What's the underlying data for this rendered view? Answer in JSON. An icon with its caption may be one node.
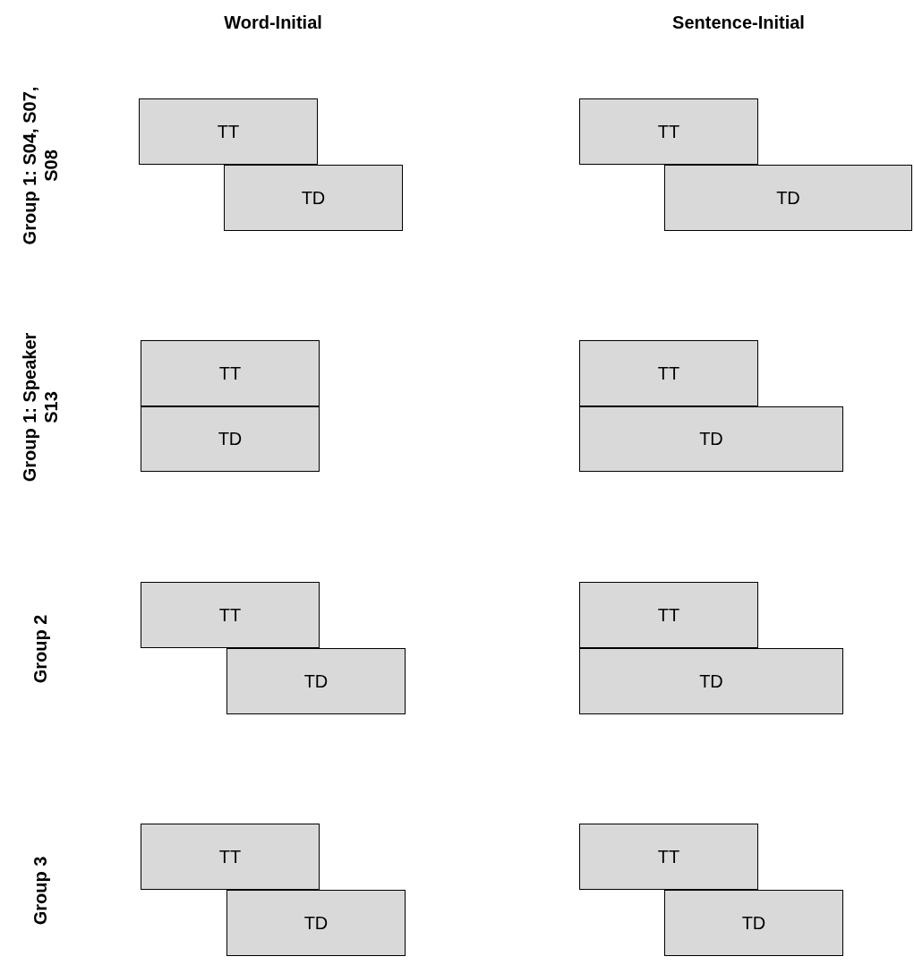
{
  "diagram": {
    "nodes": [
      {
        "text": [
          "TT"
        ]
      },
      {
        "text": [
          "TD"
        ]
      },
      {
        "text": [
          "TT"
        ]
      },
      {
        "text": [
          "TD"
        ]
      },
      {
        "text": [
          "TT"
        ]
      },
      {
        "text": [
          "TD"
        ]
      },
      {
        "text": [
          "TT"
        ]
      },
      {
        "text": [
          "TD"
        ]
      },
      {
        "text": [
          "TT"
        ]
      },
      {
        "text": [
          "TD"
        ]
      },
      {
        "text": [
          "TT"
        ]
      },
      {
        "text": [
          "TD"
        ]
      },
      {
        "text": [
          "TT"
        ]
      },
      {
        "text": [
          "TD"
        ]
      },
      {
        "text": [
          "TT"
        ]
      },
      {
        "text": [
          "TD"
        ]
      }
    ],
    "labels": [
      "Word-Initial",
      "Sentence-Initial",
      "Group 1: S04, S07, S08",
      "Group 1: Speaker S13",
      "Group 2",
      "Group 3"
    ]
  }
}
